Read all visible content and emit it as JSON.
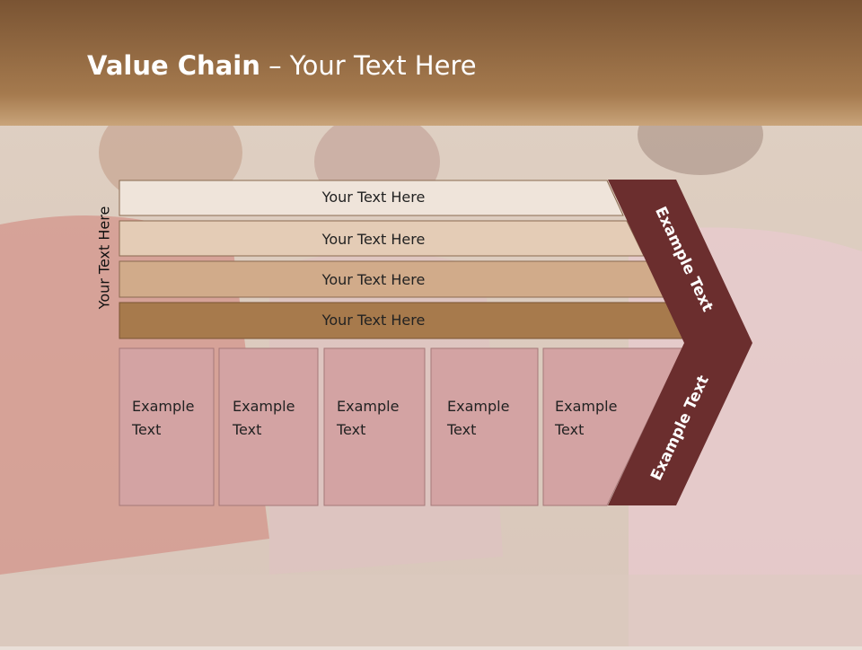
{
  "slide": {
    "title_bold": "Value Chain",
    "title_rest": " – Your Text Here",
    "side_label": "Your Text Here"
  },
  "bars": [
    {
      "label": "Your Text Here",
      "color": "#efe4da"
    },
    {
      "label": "Your Text Here",
      "color": "#e4ccb6"
    },
    {
      "label": "Your Text Here",
      "color": "#d1ab8a"
    },
    {
      "label": "Your Text Here",
      "color": "#a77a4c"
    }
  ],
  "boxes": [
    {
      "line1": "Example",
      "line2": "Text"
    },
    {
      "line1": "Example",
      "line2": "Text"
    },
    {
      "line1": "Example",
      "line2": "Text"
    },
    {
      "line1": "Example",
      "line2": "Text"
    },
    {
      "line1": "Example",
      "line2": "Text"
    }
  ],
  "chevron": {
    "upper_label": "Example Text",
    "lower_label": "Example Text"
  },
  "colors": {
    "band": "#9a6d43",
    "box_fill": "#d3a3a3",
    "chevron_fill": "#6b2e2e",
    "bar_border": "#8a6a50"
  }
}
